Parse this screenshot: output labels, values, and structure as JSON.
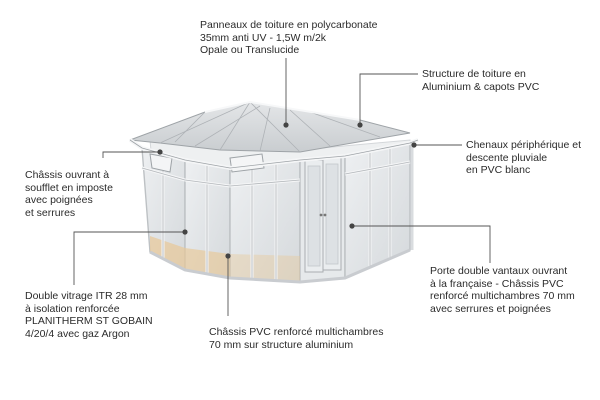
{
  "callouts": {
    "roof_panels": {
      "lines": [
        "Panneaux de toiture en polycarbonate",
        "35mm anti UV - 1,5W m/2k",
        "Opale ou Translucide"
      ]
    },
    "roof_structure": {
      "lines": [
        "Structure de toiture en",
        "Aluminium & capots PVC"
      ]
    },
    "gutters": {
      "lines": [
        "Chenaux périphérique et",
        "descente pluviale",
        "en PVC blanc"
      ]
    },
    "opening_frames": {
      "lines": [
        "Châssis ouvrant à",
        "soufflet en imposte",
        "avec poignées",
        "et serrures"
      ]
    },
    "double_door": {
      "lines": [
        "Porte double vantaux ouvrant",
        "à la française - Châssis PVC",
        "renforcé multichambres 70 mm",
        "avec serrures et poignées"
      ]
    },
    "glazing": {
      "lines": [
        "Double vitrage ITR 28 mm",
        "à isolation renforcée",
        "PLANITHERM ST GOBAIN",
        "4/20/4 avec gaz Argon"
      ]
    },
    "pvc_frames": {
      "lines": [
        "Châssis PVC renforcé multichambres",
        "70 mm sur structure aluminium"
      ]
    }
  },
  "colors": {
    "leader": "#555555",
    "dot": "#444444",
    "frame": "#b9bcc0",
    "frame_light": "#f2f3f4",
    "glass": "#dfe3e6",
    "roof": "#cfd3d6",
    "floor": "#e7c79a"
  }
}
